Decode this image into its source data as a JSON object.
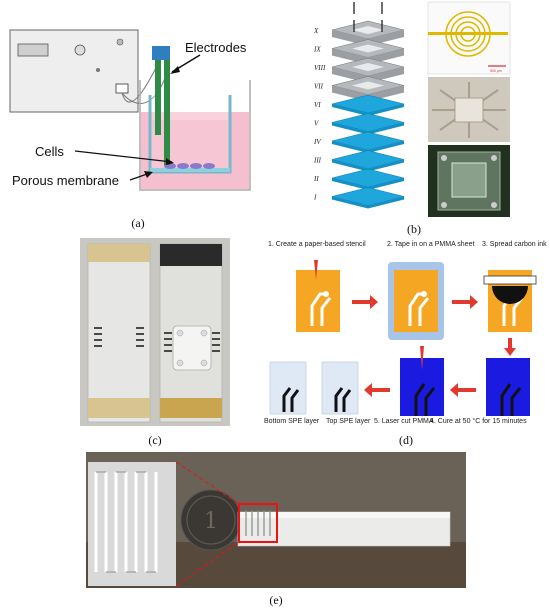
{
  "panel_a": {
    "caption": "(a)",
    "labels": {
      "electrodes": "Electrodes",
      "cells": "Cells",
      "membrane": "Porous membrane"
    }
  },
  "panel_b": {
    "caption": "(b)",
    "layers": [
      "X",
      "IX",
      "VIII",
      "VII",
      "VI",
      "V",
      "IV",
      "III",
      "II",
      "I"
    ],
    "scale_label": "500 μm"
  },
  "panel_c": {
    "caption": "(c)"
  },
  "panel_d": {
    "caption": "(d)",
    "steps": {
      "s1": "1.  Create a paper-based stencil",
      "s2": "2. Tape in on a PMMA sheet",
      "s3": "3. Spread carbon ink",
      "s4": "4. Cure at 50 °C for 15 minutes",
      "s5": "5. Laser cut PMMA",
      "top": "Top SPE layer",
      "bottom": "Bottom SPE layer"
    }
  },
  "panel_e": {
    "caption": "(e)"
  },
  "colors": {
    "blue_layer": "#1fa6dc",
    "gray_layer": "#9b9ea3",
    "orange_stencil": "#f5a623",
    "pmma_blue": "#1a1ae0",
    "medium_pink": "#f6bfd0",
    "arrow_red": "#e03a2f"
  }
}
